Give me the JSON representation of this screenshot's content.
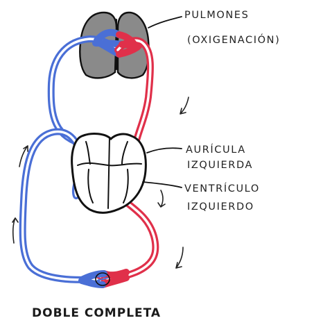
{
  "labels": {
    "lungs_line1": "PULMONES",
    "lungs_line2": "(OXIGENACIÓN)",
    "atrium_line1": "AURÍCULA",
    "atrium_line2": "IZQUIERDA",
    "ventricle_line1": "VENTRÍCULO",
    "ventricle_line2": "IZQUIERDO",
    "caption": "DOBLE COMPLETA"
  },
  "colors": {
    "oxygenated": "#e0304a",
    "deoxygenated": "#4a6fd6",
    "lung_fill": "#8a8a8a",
    "ink": "#111111"
  },
  "icons": {
    "flow_arrows": "arrow-icon",
    "lungs": "lungs-icon",
    "heart": "heart-icon"
  }
}
